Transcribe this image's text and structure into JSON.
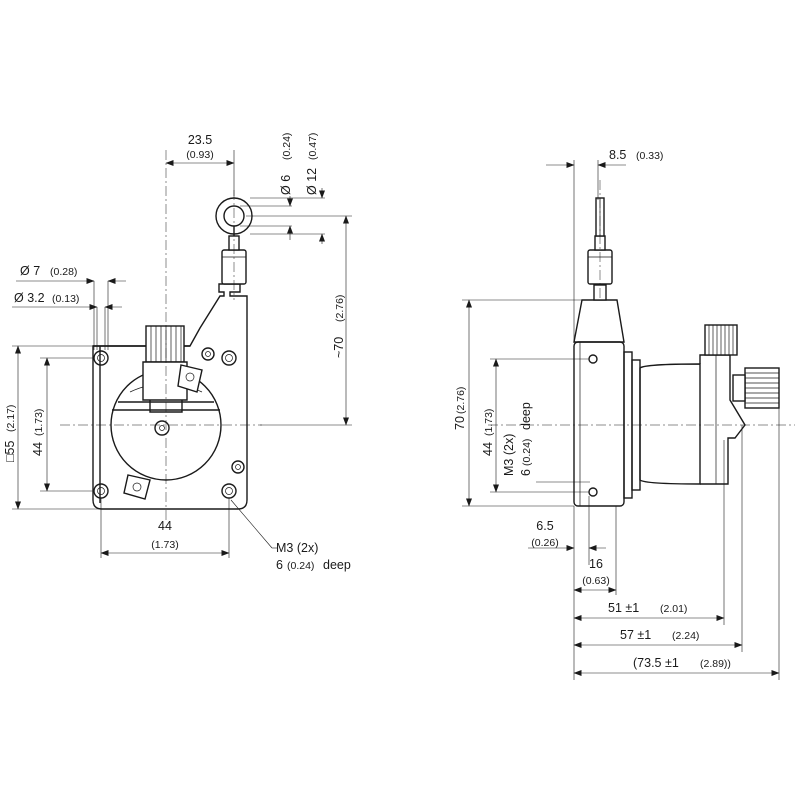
{
  "front_view": {
    "dim_offset": {
      "value": "23.5",
      "inch": "(0.93)"
    },
    "dim_d6": {
      "value": "Ø 6",
      "inch": "(0.24)"
    },
    "dim_d12": {
      "value": "Ø 12",
      "inch": "(0.47)"
    },
    "dim_d7": {
      "value": "Ø 7",
      "inch": "(0.28)"
    },
    "dim_d32": {
      "value": "Ø 3.2",
      "inch": "(0.13)"
    },
    "dim_height70": {
      "value": "~70",
      "inch": "(2.76)"
    },
    "dim_square55": {
      "value": "□55",
      "inch": "(2.17)"
    },
    "dim_vert44": {
      "value": "44",
      "inch": "(1.73)"
    },
    "dim_horiz44": {
      "value": "44",
      "inch": "(1.73)"
    },
    "thread_note": {
      "line1": "M3 (2x)",
      "line2_value": "6",
      "line2_inch": "(0.24)",
      "line2_suffix": "deep"
    }
  },
  "side_view": {
    "dim_85": {
      "value": "8.5",
      "inch": "(0.33)"
    },
    "dim_height70": {
      "value": "70",
      "inch": "(2.76)"
    },
    "dim_vert44": {
      "value": "44",
      "inch": "(1.73)"
    },
    "thread_note": {
      "line1": "M3 (2x)",
      "line2_value": "6",
      "line2_inch": "(0.24)",
      "line2_suffix": "deep"
    },
    "dim_65": {
      "value": "6.5",
      "inch": "(0.26)"
    },
    "dim_16": {
      "value": "16",
      "inch": "(0.63)"
    },
    "dim_51": {
      "value": "51 ±1",
      "inch": "(2.01)"
    },
    "dim_57": {
      "value": "57 ±1",
      "inch": "(2.24)"
    },
    "dim_735": {
      "value": "(73.5 ±1",
      "inch": "(2.89))"
    }
  }
}
